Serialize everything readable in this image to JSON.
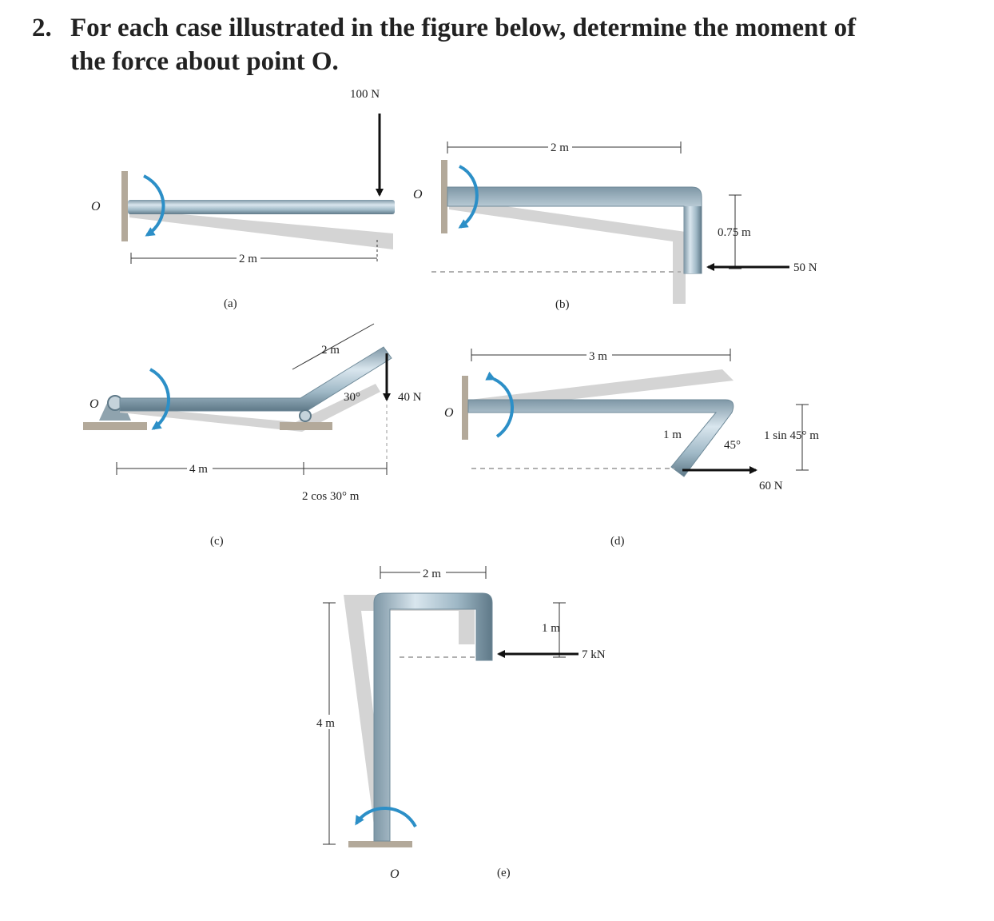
{
  "problem": {
    "number": "2.",
    "text_line1": "For each case illustrated in the figure below, determine the moment of",
    "text_line2": "the force about point O."
  },
  "colors": {
    "beam": "#9fb8c6",
    "beam_dark": "#6f8a99",
    "shadow": "#d2d2d2",
    "arrow_blue": "#2c8fc7",
    "wall": "#b3a99a"
  },
  "cases": {
    "a": {
      "caption": "(a)",
      "force": "100 N",
      "length": "2 m",
      "point": "O"
    },
    "b": {
      "caption": "(b)",
      "length": "2 m",
      "height": "0.75 m",
      "force": "50 N",
      "point": "O"
    },
    "c": {
      "caption": "(c)",
      "arm": "2 m",
      "angle": "30°",
      "force": "40 N",
      "span": "4 m",
      "proj": "2 cos 30° m",
      "point": "O"
    },
    "d": {
      "caption": "(d)",
      "length": "3 m",
      "seg": "1 m",
      "angle": "45°",
      "proj": "1 sin 45° m",
      "force": "60 N",
      "point": "O"
    },
    "e": {
      "caption": "(e)",
      "width": "2 m",
      "drop": "1 m",
      "height": "4 m",
      "force": "7 kN",
      "point": "O"
    }
  }
}
